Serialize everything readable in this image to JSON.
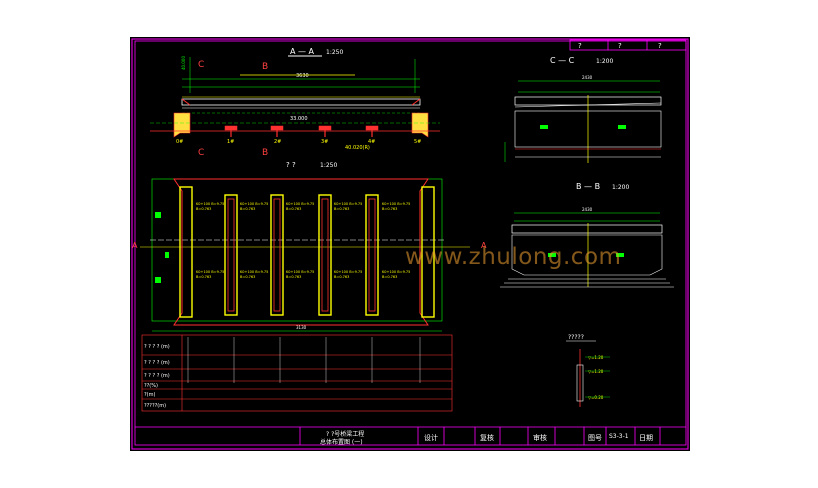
{
  "title_block_top": {
    "cell1": "?",
    "cell2": "?",
    "cell3": "?"
  },
  "views": {
    "elevation": {
      "mark": "A — A",
      "scale": "1:250",
      "section_c": "C",
      "section_b": "B",
      "length": "3630",
      "pier_labels": [
        "0#",
        "1#",
        "2#",
        "3#",
        "4#",
        "5#"
      ]
    },
    "plan": {
      "mark": "? ?",
      "scale": "1:250",
      "mark_a_left": "A",
      "mark_a_right": "A"
    },
    "section_cc": {
      "mark": "C — C",
      "scale": "1:200",
      "width": "2430"
    },
    "section_bb": {
      "mark": "B — B",
      "scale": "1:200",
      "width": "2430"
    },
    "detail": {
      "mark": "?????"
    }
  },
  "table": {
    "rows": [
      "? ? ? ? (m)",
      "? ? ? ? (m)",
      "? ? ? ? (m)",
      "??(%)",
      "?(m)",
      "?????(m)"
    ]
  },
  "watermark": "www.zhulong.com",
  "title_block": {
    "project_line1": "? ?号桥梁工程",
    "project_line2": "总体布置图 (一)",
    "design": "设计",
    "review": "复核",
    "audit": "审核",
    "drawing_no_label": "图号",
    "drawing_no": "S3-3-1",
    "date": "日期"
  }
}
